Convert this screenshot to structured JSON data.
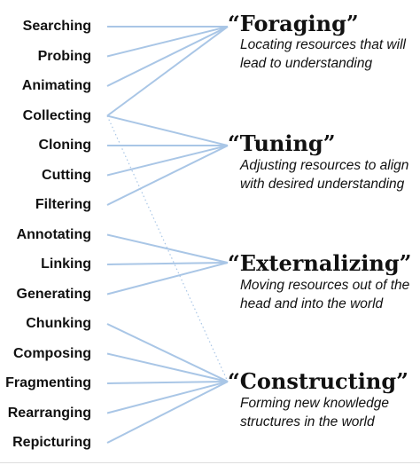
{
  "verbs": [
    "Searching",
    "Probing",
    "Animating",
    "Collecting",
    "Cloning",
    "Cutting",
    "Filtering",
    "Annotating",
    "Linking",
    "Generating",
    "Chunking",
    "Composing",
    "Fragmenting",
    "Rearranging",
    "Repicturing"
  ],
  "categories": [
    {
      "title": "“Foraging”",
      "description": "Locating resources that will lead to understanding"
    },
    {
      "title": "“Tuning”",
      "description": "Adjusting resources to align with desired understanding"
    },
    {
      "title": "“Externalizing”",
      "description": "Moving resources out of the head and into the world"
    },
    {
      "title": "“Constructing”",
      "description": "Forming new knowledge structures in the world"
    }
  ],
  "links": [
    {
      "verb": 0,
      "category": 0
    },
    {
      "verb": 1,
      "category": 0
    },
    {
      "verb": 2,
      "category": 0
    },
    {
      "verb": 3,
      "category": 0
    },
    {
      "verb": 3,
      "category": 1
    },
    {
      "verb": 3,
      "category": 3,
      "style": "dotted"
    },
    {
      "verb": 4,
      "category": 1
    },
    {
      "verb": 5,
      "category": 1
    },
    {
      "verb": 6,
      "category": 1
    },
    {
      "verb": 7,
      "category": 2
    },
    {
      "verb": 8,
      "category": 2
    },
    {
      "verb": 9,
      "category": 2
    },
    {
      "verb": 10,
      "category": 3
    },
    {
      "verb": 11,
      "category": 3
    },
    {
      "verb": 12,
      "category": 3
    },
    {
      "verb": 13,
      "category": 3
    },
    {
      "verb": 14,
      "category": 3
    }
  ],
  "colors": {
    "line": "#a9c6e6",
    "text": "#111111"
  }
}
